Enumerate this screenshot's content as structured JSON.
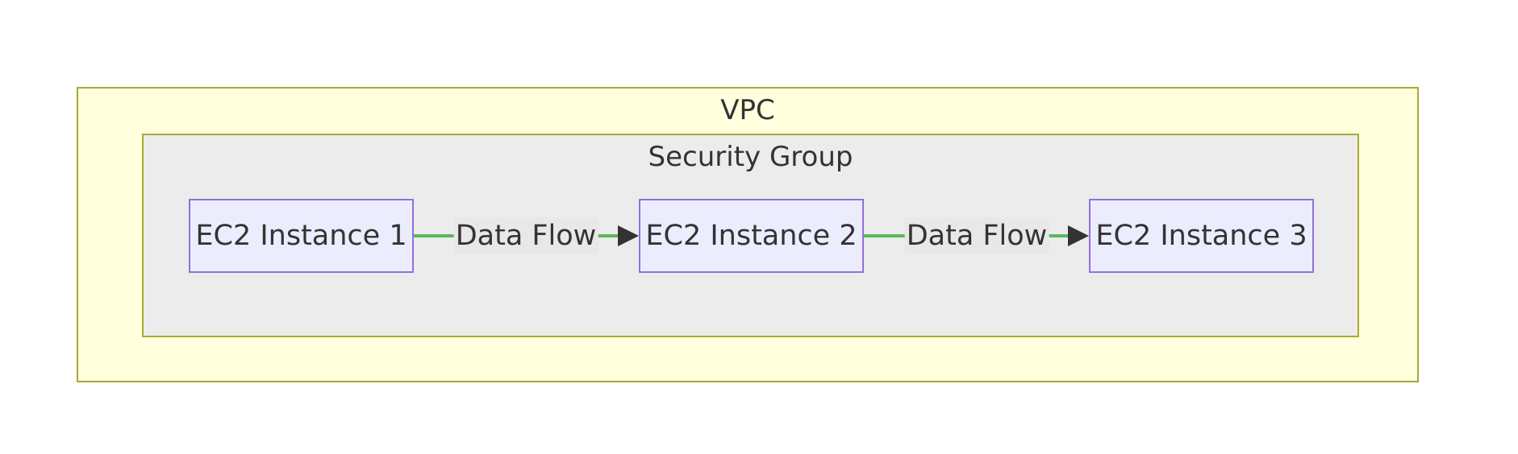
{
  "vpc": {
    "label": "VPC"
  },
  "security_group": {
    "label": "Security Group"
  },
  "nodes": [
    {
      "label": "EC2 Instance 1"
    },
    {
      "label": "EC2 Instance 2"
    },
    {
      "label": "EC2 Instance 3"
    }
  ],
  "edges": [
    {
      "from": "EC2 Instance 1",
      "to": "EC2 Instance 2",
      "label": "Data Flow"
    },
    {
      "from": "EC2 Instance 2",
      "to": "EC2 Instance 3",
      "label": "Data Flow"
    }
  ],
  "colors": {
    "vpc_fill": "#ffffde",
    "cluster_border": "#aaaa33",
    "security_group_fill": "#ececec",
    "node_fill": "#ececff",
    "node_border": "#9370db",
    "edge_line": "#5cb85c",
    "arrowhead": "#333333",
    "text": "#333333"
  }
}
